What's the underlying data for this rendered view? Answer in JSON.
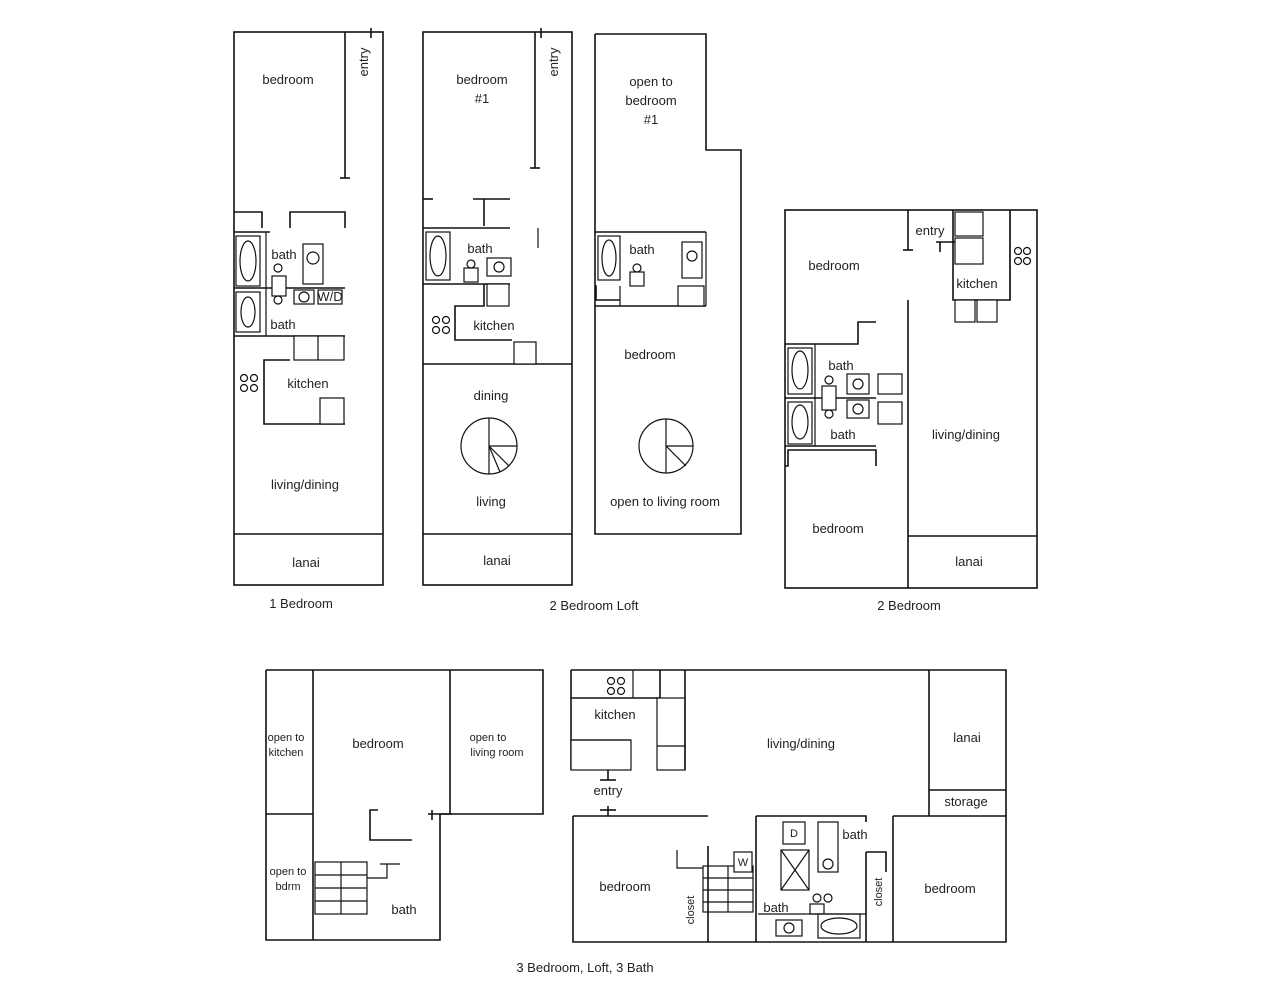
{
  "plans": {
    "one_bedroom": {
      "caption": "1 Bedroom",
      "rooms": [
        "bedroom",
        "entry",
        "bath",
        "W/D",
        "bath",
        "kitchen",
        "living/dining",
        "lanai"
      ]
    },
    "two_bedroom_loft": {
      "caption": "2 Bedroom Loft",
      "lower": [
        "bedroom",
        "#1",
        "entry",
        "bath",
        "kitchen",
        "dining",
        "living",
        "lanai"
      ],
      "upper": [
        "open to",
        "bedroom",
        "#1",
        "bath",
        "bedroom",
        "open to living room"
      ]
    },
    "two_bedroom": {
      "caption": "2 Bedroom",
      "rooms": [
        "entry",
        "bedroom",
        "kitchen",
        "bath",
        "bath",
        "living/dining",
        "bedroom",
        "lanai"
      ]
    },
    "three_bedroom": {
      "caption": "3 Bedroom, Loft, 3 Bath",
      "loft": [
        "open to",
        "kitchen",
        "bedroom",
        "open to",
        "living room",
        "open to",
        "bdrm",
        "bath"
      ],
      "main": [
        "kitchen",
        "living/dining",
        "lanai",
        "storage",
        "entry",
        "D",
        "bath",
        "W",
        "bedroom",
        "closet",
        "bath",
        "closet",
        "bedroom"
      ]
    }
  }
}
